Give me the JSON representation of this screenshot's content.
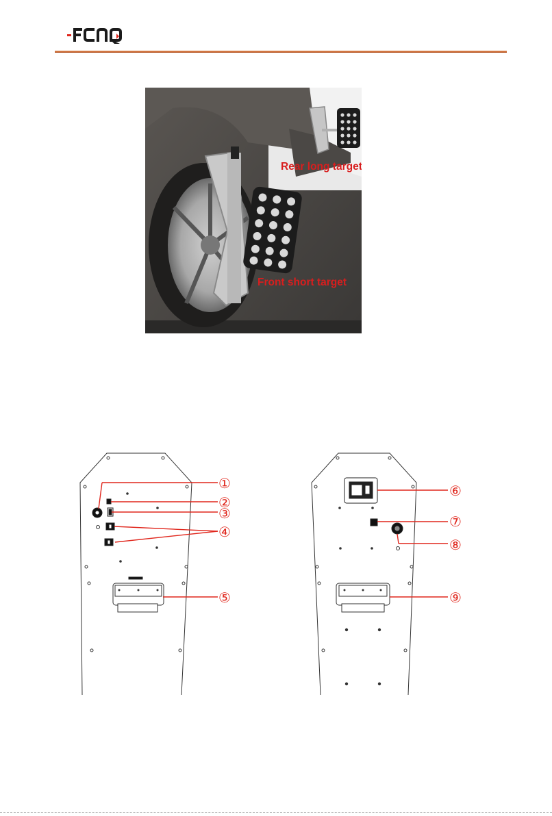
{
  "header": {
    "brand": "FCAR",
    "accent_color": "#c8632c",
    "logo_red": "#e0261c",
    "logo_black": "#1a1a1a"
  },
  "figure_photo": {
    "labels": {
      "rear": "Rear long target",
      "front": "Front short target"
    },
    "label_color": "#d81e1e"
  },
  "figure_panels": {
    "callouts": [
      "①",
      "②",
      "③",
      "④",
      "⑤",
      "⑥",
      "⑦",
      "⑧",
      "⑨"
    ],
    "callout_color": "#e0261c"
  }
}
